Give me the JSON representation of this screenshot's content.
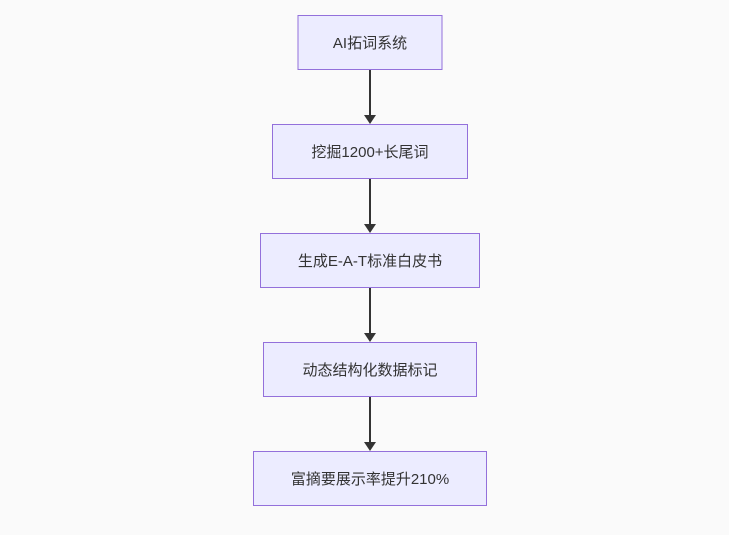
{
  "flowchart": {
    "type": "flowchart",
    "direction": "top-down",
    "style": {
      "page_bg": "#fafafa",
      "node_fill": "#ECECFF",
      "node_border": "#9370DB",
      "edge_color": "#333333",
      "text_color": "#333333"
    },
    "nodes": [
      {
        "label": "AI拓词系统"
      },
      {
        "label": "挖掘1200+长尾词"
      },
      {
        "label": "生成E-A-T标准白皮书"
      },
      {
        "label": "动态结构化数据标记"
      },
      {
        "label": "富摘要展示率提升210%"
      }
    ],
    "edges": [
      {
        "from": 0,
        "to": 1
      },
      {
        "from": 1,
        "to": 2
      },
      {
        "from": 2,
        "to": 3
      },
      {
        "from": 3,
        "to": 4
      }
    ]
  }
}
